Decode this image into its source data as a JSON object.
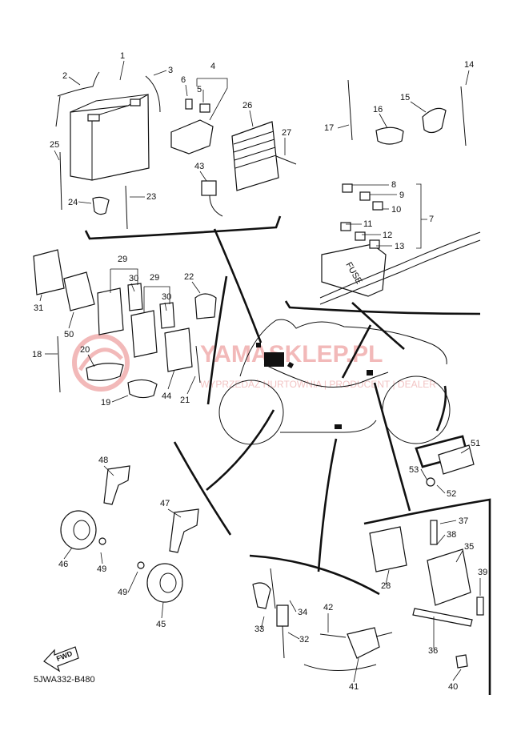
{
  "diagram_code": "5JWA332-B480",
  "watermark": {
    "main": "YAMASKLEP.PL",
    "sub": "WYPRZEDAŻ HURTOWNIA | PRODUCENT | DEALER"
  },
  "fwd_label": "FWD",
  "fuse_label": "FUSE",
  "colors": {
    "line": "#111111",
    "watermark": "#f2b9b9"
  },
  "callouts": [
    {
      "id": "1",
      "text": "1"
    },
    {
      "id": "2",
      "text": "2"
    },
    {
      "id": "3",
      "text": "3"
    },
    {
      "id": "4",
      "text": "4"
    },
    {
      "id": "5",
      "text": "5"
    },
    {
      "id": "6",
      "text": "6"
    },
    {
      "id": "7",
      "text": "7"
    },
    {
      "id": "8",
      "text": "8"
    },
    {
      "id": "9",
      "text": "9"
    },
    {
      "id": "10",
      "text": "10"
    },
    {
      "id": "11",
      "text": "11"
    },
    {
      "id": "12",
      "text": "12"
    },
    {
      "id": "13",
      "text": "13"
    },
    {
      "id": "14",
      "text": "14"
    },
    {
      "id": "15",
      "text": "15"
    },
    {
      "id": "16",
      "text": "16"
    },
    {
      "id": "17",
      "text": "17"
    },
    {
      "id": "18",
      "text": "18"
    },
    {
      "id": "19",
      "text": "19"
    },
    {
      "id": "20",
      "text": "20"
    },
    {
      "id": "21",
      "text": "21"
    },
    {
      "id": "22",
      "text": "22"
    },
    {
      "id": "23",
      "text": "23"
    },
    {
      "id": "24",
      "text": "24"
    },
    {
      "id": "25",
      "text": "25"
    },
    {
      "id": "26",
      "text": "26"
    },
    {
      "id": "27",
      "text": "27"
    },
    {
      "id": "28",
      "text": "28"
    },
    {
      "id": "29a",
      "text": "29"
    },
    {
      "id": "29b",
      "text": "29"
    },
    {
      "id": "30a",
      "text": "30"
    },
    {
      "id": "30b",
      "text": "30"
    },
    {
      "id": "31",
      "text": "31"
    },
    {
      "id": "32",
      "text": "32"
    },
    {
      "id": "33",
      "text": "33"
    },
    {
      "id": "34",
      "text": "34"
    },
    {
      "id": "35",
      "text": "35"
    },
    {
      "id": "36",
      "text": "36"
    },
    {
      "id": "37",
      "text": "37"
    },
    {
      "id": "38",
      "text": "38"
    },
    {
      "id": "39",
      "text": "39"
    },
    {
      "id": "40",
      "text": "40"
    },
    {
      "id": "41",
      "text": "41"
    },
    {
      "id": "42",
      "text": "42"
    },
    {
      "id": "43",
      "text": "43"
    },
    {
      "id": "44",
      "text": "44"
    },
    {
      "id": "45",
      "text": "45"
    },
    {
      "id": "46",
      "text": "46"
    },
    {
      "id": "47",
      "text": "47"
    },
    {
      "id": "48",
      "text": "48"
    },
    {
      "id": "49a",
      "text": "49"
    },
    {
      "id": "49b",
      "text": "49"
    },
    {
      "id": "50",
      "text": "50"
    },
    {
      "id": "51",
      "text": "51"
    },
    {
      "id": "52",
      "text": "52"
    },
    {
      "id": "53",
      "text": "53"
    }
  ]
}
